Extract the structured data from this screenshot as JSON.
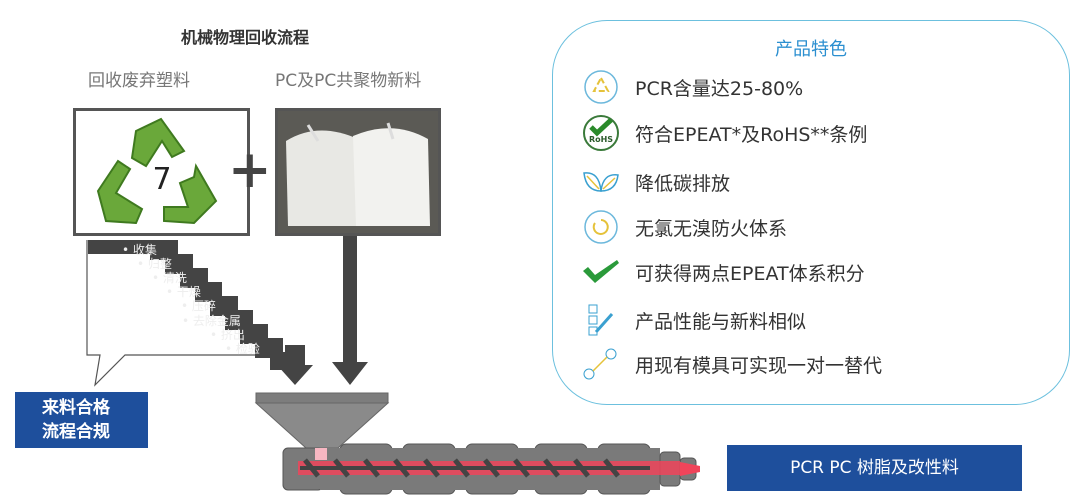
{
  "process": {
    "title": "机械物理回收流程",
    "recycled_label": "回收废弃塑料",
    "virgin_label": "PC及PC共聚物新料",
    "recycle_number": "7",
    "plus": "+",
    "steps": [
      "收集",
      "归整",
      "清洗",
      "干燥",
      "压碎",
      "去除金属",
      "挤出",
      "检验"
    ],
    "compliance": [
      "来料合格",
      "流程合规"
    ],
    "output": "PCR PC 树脂及改性料"
  },
  "features": {
    "title": "产品特色",
    "items": [
      {
        "icon": "recycle-icon",
        "text": "PCR含量达25-80%"
      },
      {
        "icon": "rohs-icon",
        "text": "符合EPEAT*及RoHS**条例"
      },
      {
        "icon": "leaf-icon",
        "text": "降低碳排放"
      },
      {
        "icon": "cycle-icon",
        "text": "无氯无溴防火体系"
      },
      {
        "icon": "epeat-check-icon",
        "text": "可获得两点EPEAT体系积分"
      },
      {
        "icon": "checklist-icon",
        "text": "产品性能与新料相似"
      },
      {
        "icon": "a-to-b-icon",
        "text": "用现有模具可实现一对一替代"
      }
    ],
    "rohs_badge": "RoHS"
  },
  "colors": {
    "blue": "#1e4f9c",
    "accent": "#2b8fd0",
    "border": "#6cc0de",
    "dark": "#444444",
    "melt": "#f0445a"
  }
}
